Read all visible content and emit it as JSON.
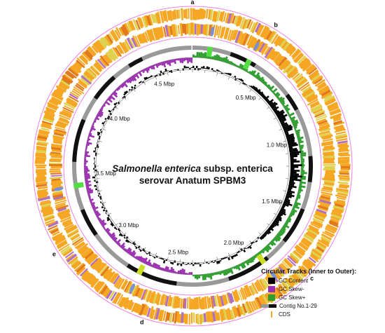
{
  "figure": {
    "title_line1_italic": "Salmonella enterica",
    "title_line1_rest": " subsp. enterica",
    "title_line2": "serovar Anatum SPBM3",
    "scale_labels": [
      "0.5 Mbp",
      "1.0 Mbp",
      "1.5 Mbp",
      "2.0 Mbp",
      "2.5 Mbp",
      "3.0 Mbp",
      "3.5 Mbp",
      "4.0 Mbp",
      "4.5 Mbp"
    ],
    "scale_values_mbp": [
      0.5,
      1.0,
      1.5,
      2.0,
      2.5,
      3.0,
      3.5,
      4.0,
      4.5
    ],
    "genome_length_mbp": 4.75,
    "region_markers": [
      "a",
      "b",
      "c",
      "d",
      "e"
    ],
    "colors": {
      "gc_content": "#000000",
      "gc_skew_minus": "#9b30b0",
      "gc_skew_plus": "#2e9e2e",
      "contig_light": "#999999",
      "contig_dark": "#111111",
      "cds": "#f5a623",
      "outer_ring": "#f080e0",
      "highlight_green": "#55dd44",
      "highlight_yellow": "#ccdd22"
    }
  },
  "legend": {
    "title": "Circular Tracks (Inner to Outer):",
    "items": [
      {
        "label": "GC Content",
        "color": "#000000"
      },
      {
        "label": "GC Skew-",
        "color": "#9b30b0"
      },
      {
        "label": "GC Skew+",
        "color": "#2e9e2e"
      },
      {
        "label": "Contig No.1-29",
        "color": "#999999"
      },
      {
        "label": "CDS",
        "color": "#f5a623"
      }
    ]
  }
}
